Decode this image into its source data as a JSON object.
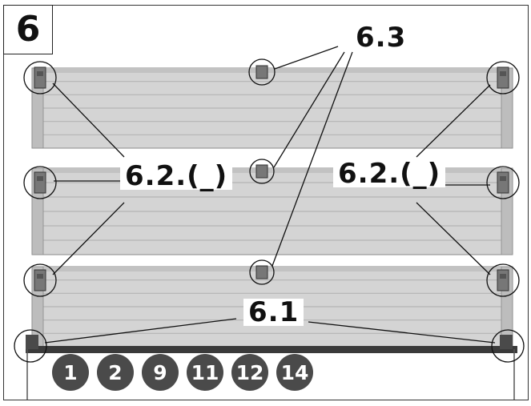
{
  "step_number": "6",
  "callouts": {
    "hinge_center": "6.3",
    "hinge_side_left": "6.2.(_)",
    "hinge_side_right": "6.2.(_)",
    "bottom_bracket": "6.1"
  },
  "part_badges": [
    "1",
    "2",
    "9",
    "11",
    "12",
    "14"
  ],
  "colors": {
    "panel_fill": "#d4d4d4",
    "panel_groove": "#b5b5b5",
    "hinge_fill": "#777777",
    "badge_fill": "#4a4a4a",
    "line": "#111111"
  }
}
